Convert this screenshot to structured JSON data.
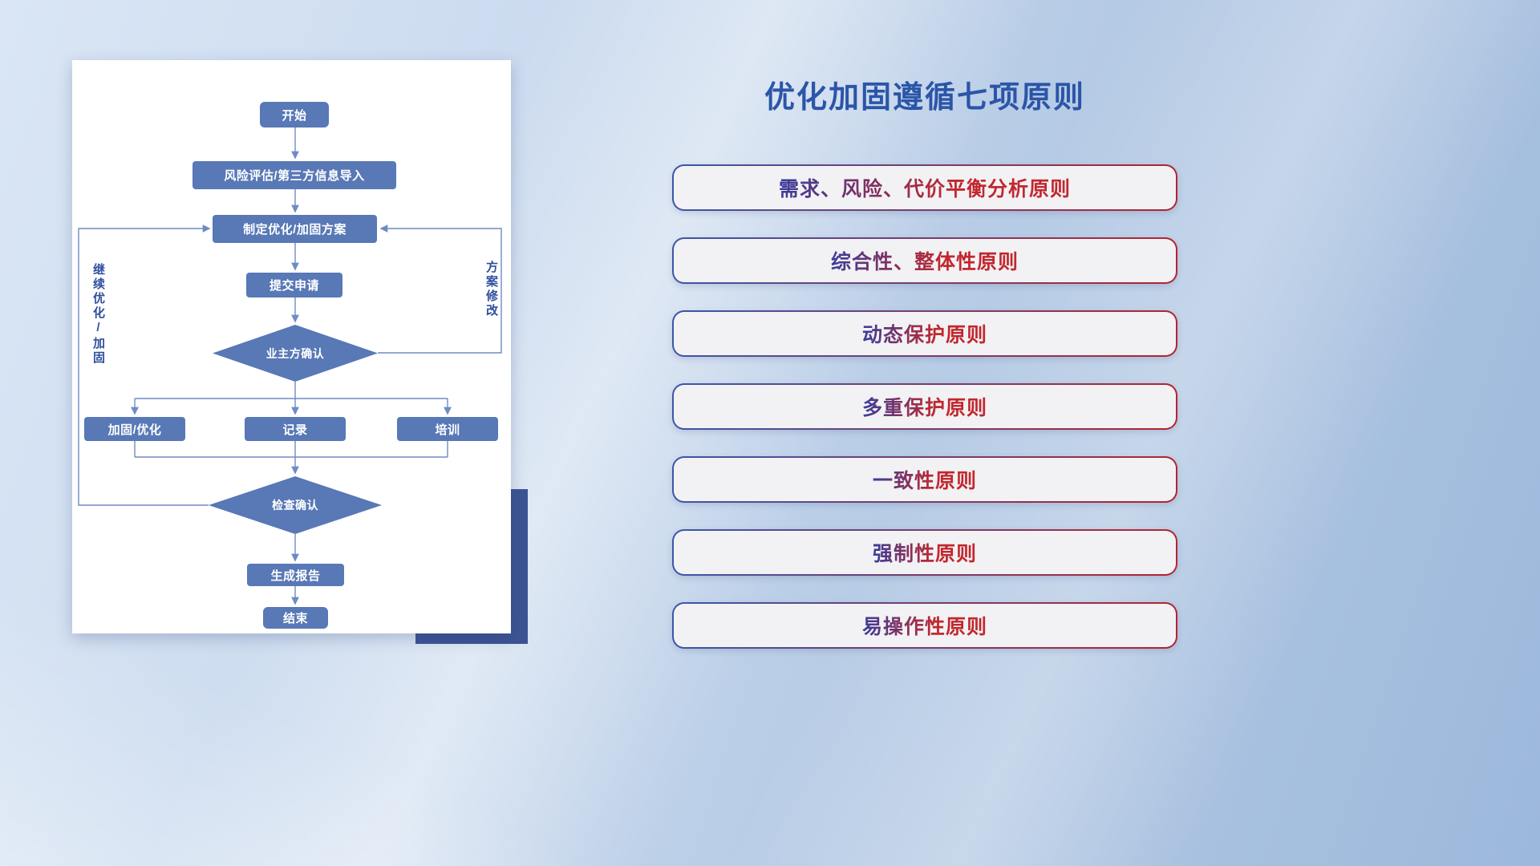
{
  "colors": {
    "node_blue": "#5878b6",
    "line_blue": "#6e8cc4",
    "title_blue": "#2b55a8",
    "shadow_block": "#3d5493",
    "pill_bg": "#f2f2f4",
    "pill_border_start": "#3a57a8",
    "pill_border_end": "#b52330",
    "pill_text_start": "#3a3d9b",
    "pill_text_end": "#c2272e"
  },
  "flowchart": {
    "nodes": {
      "start": "开始",
      "risk_import": "风险评估/第三方信息导入",
      "make_plan": "制定优化/加固方案",
      "submit": "提交申请",
      "owner_confirm": "业主方确认",
      "reinforce": "加固/优化",
      "record": "记录",
      "training": "培训",
      "check_confirm": "检查确认",
      "report": "生成报告",
      "end": "结束"
    },
    "edge_labels": {
      "left_loop": "继续优化/加固",
      "right_loop": "方案修改"
    }
  },
  "panel": {
    "title": "优化加固遵循七项原则",
    "principles": [
      "需求、风险、代价平衡分析原则",
      "综合性、整体性原则",
      "动态保护原则",
      "多重保护原则",
      "一致性原则",
      "强制性原则",
      "易操作性原则"
    ]
  }
}
